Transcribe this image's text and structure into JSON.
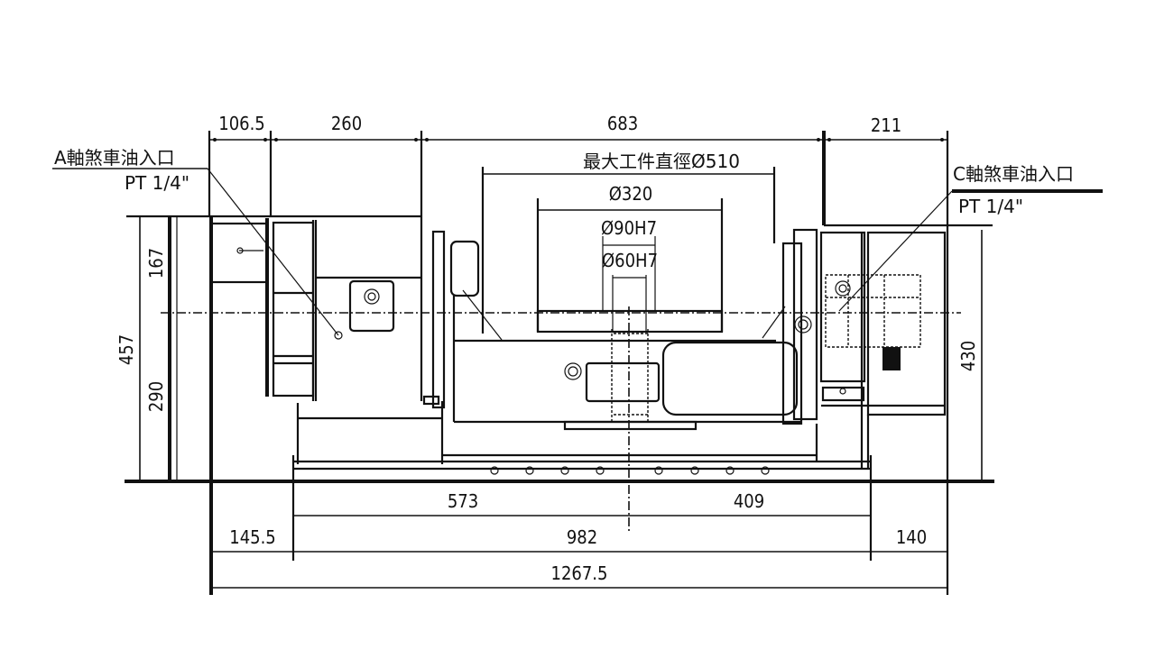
{
  "drawing": {
    "title": "Rotary table front view dimension drawing",
    "labels": {
      "a_axis_brake_oil_inlet": "A軸煞車油入口",
      "a_axis_thread": "PT 1/4\"",
      "c_axis_brake_oil_inlet": "C軸煞車油入口",
      "c_axis_thread": "PT 1/4\"",
      "max_workpiece_diameter": "最大工件直徑Ø510",
      "table_diameter": "Ø320",
      "center_bore_outer": "Ø90H7",
      "center_bore_inner": "Ø60H7"
    },
    "top_dimensions": {
      "d1": "106.5",
      "d2": "260",
      "d3": "683",
      "d4": "211"
    },
    "left_dimensions": {
      "overall_height": "457",
      "upper_height": "167",
      "lower_height": "290"
    },
    "right_dimensions": {
      "right_height": "430"
    },
    "bottom_dimensions": {
      "left_span": "573",
      "right_span": "409",
      "left_offset": "145.5",
      "middle_span": "982",
      "right_offset": "140",
      "overall_width": "1267.5"
    }
  }
}
